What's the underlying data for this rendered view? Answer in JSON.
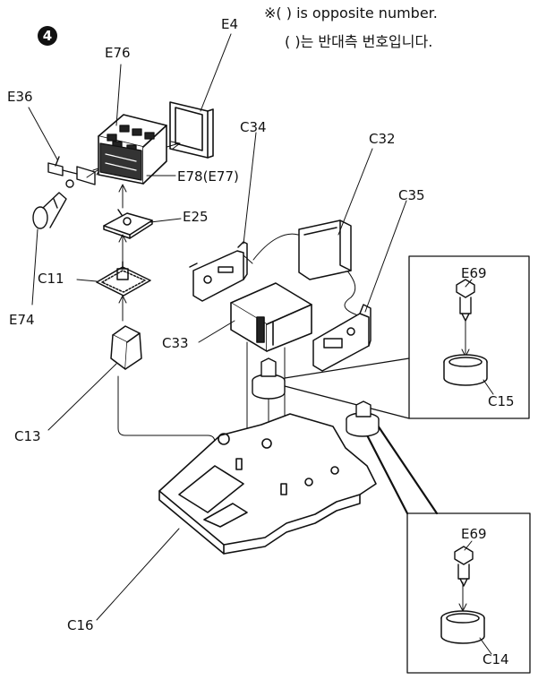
{
  "step_number": "4",
  "notes": {
    "english": "※( ) is opposite number.",
    "korean": "( )는 반대측 번호입니다."
  },
  "labels": {
    "E4": "E4",
    "E76": "E76",
    "E36": "E36",
    "E78": "E78(E77)",
    "E25": "E25",
    "C11": "C11",
    "E74": "E74",
    "C13": "C13",
    "C33": "C33",
    "C34": "C34",
    "C32": "C32",
    "C35": "C35",
    "E69_top": "E69",
    "C15": "C15",
    "E69_bottom": "E69",
    "C14": "C14",
    "C16": "C16"
  }
}
